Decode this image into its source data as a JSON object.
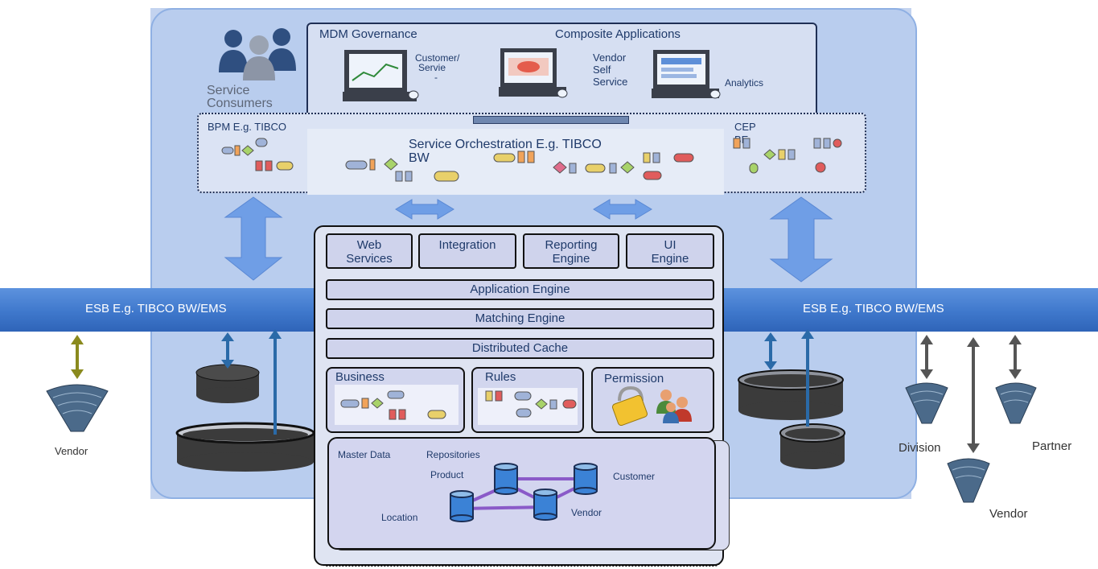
{
  "colors": {
    "background": "#ffffff",
    "outer_panel": "#b9cdee",
    "esb_bar": "#3f78cc",
    "arrow_blue": "#6f9ee6",
    "stack_fill": "#dfe4f2",
    "connector_olive": "#8a8a1e",
    "connector_grey": "#555555"
  },
  "consumers": {
    "label_line1": "Service",
    "label_line2": "Consumers",
    "icon": "people-icon"
  },
  "mdm_governance": {
    "title": "MDM Governance"
  },
  "composite_apps": {
    "title": "Composite Applications",
    "items": [
      {
        "label_line1": "Customer/",
        "label_line2": "Servie",
        "label_line3": "-",
        "icon": "computer-icon"
      },
      {
        "label_line1": "Vendor",
        "label_line2": "Self",
        "label_line3": "Service",
        "icon": "computer-icon"
      },
      {
        "label_line1": "Analytics",
        "icon": "computer-icon"
      }
    ]
  },
  "orchestration": {
    "bpm_label": "BPM E.g. TIBCO",
    "service_label_line1": "Service Orchestration E.g. TIBCO",
    "service_label_line2": "BW",
    "cep_label_line1": "CEP",
    "cep_label_line2": "BE"
  },
  "esb": {
    "left_label": "ESB  E.g. TIBCO BW/EMS",
    "right_label": "ESB  E.g. TIBCO BW/EMS"
  },
  "engines": {
    "web_services_line1": "Web",
    "web_services_line2": "Services",
    "integration": "Integration",
    "reporting_line1": "Reporting",
    "reporting_line2": "Engine",
    "ui_line1": "UI",
    "ui_line2": "Engine",
    "application": "Application Engine",
    "matching": "Matching Engine",
    "cache": "Distributed Cache",
    "business": "Business",
    "rules": "Rules",
    "permission": "Permission"
  },
  "repositories": {
    "master_data": "Master Data",
    "title": "Repositories",
    "nodes": {
      "product": "Product",
      "customer": "Customer",
      "location": "Location",
      "vendor": "Vendor"
    }
  },
  "external": {
    "vendor_left": "Vendor",
    "division": "Division",
    "partner": "Partner",
    "vendor_right": "Vendor"
  }
}
